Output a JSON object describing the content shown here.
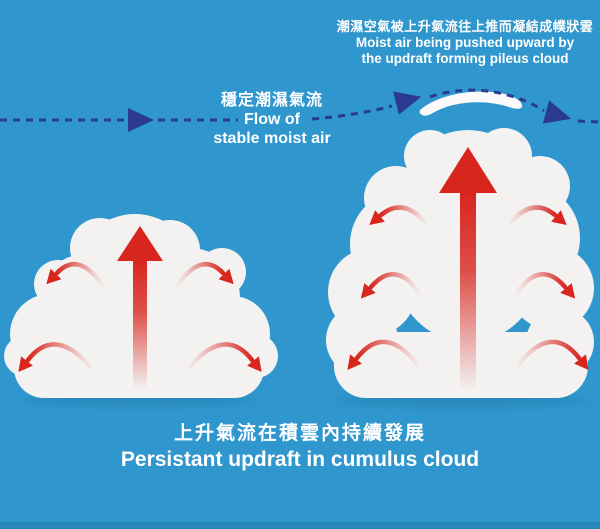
{
  "annotations": {
    "pileus_note": {
      "zh": "潮濕空氣被上升氣流往上推而凝結成幞狀雲",
      "en1": "Moist air being pushed upward by",
      "en2": "the updraft forming pileus cloud"
    },
    "flow_label": {
      "zh": "穩定潮濕氣流",
      "en1": "Flow of",
      "en2": "stable moist air"
    },
    "caption": {
      "zh": "上升氣流在積雲內持續發展",
      "en": "Persistant updraft in cumulus cloud"
    }
  },
  "colors": {
    "background": "#2F97CD",
    "flow_line_navy": "#2B3990",
    "updraft_red": "#D8251E",
    "cloud_white": "#F3F2F1",
    "cloud_shading": "#E2E2E8"
  },
  "icons": {
    "flow_arrowhead": "navy-right-triangle",
    "updraft_arrow": "red-up-arrow-fading-tail",
    "circulation_arrow": "red-curved-outward-arrow",
    "pileus_cloud": "white-crescent-cap-cloud"
  }
}
